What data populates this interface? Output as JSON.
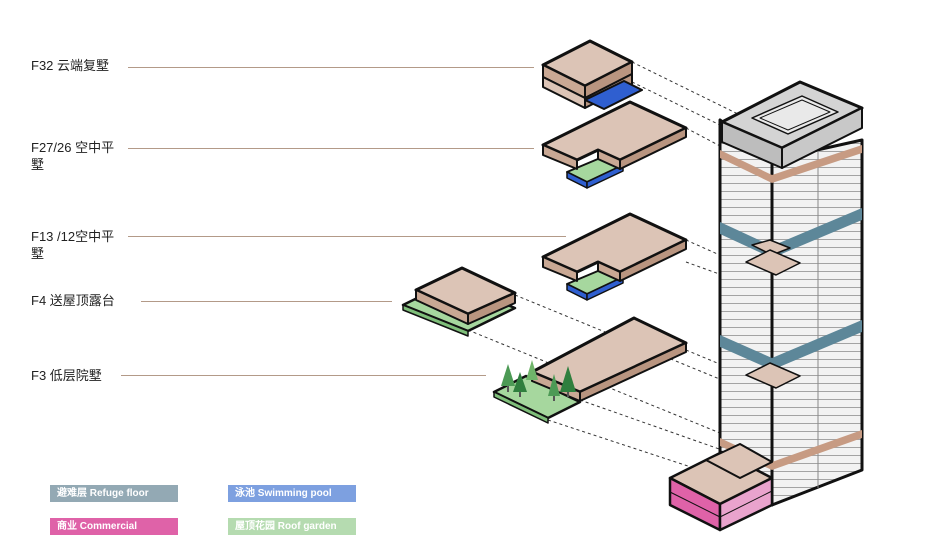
{
  "floors": {
    "f32": "F32 云端复墅",
    "f27": "F27/26 空中平墅",
    "f13": "F13 /12空中平墅",
    "f4": "F4 送屋顶露台",
    "f3": "F3 低层院墅"
  },
  "legend": {
    "refuge": "避难层 Refuge floor",
    "pool": "泳池 Swimming pool",
    "commercial": "商业 Commercial",
    "garden": "屋顶花园 Roof garden"
  },
  "colors": {
    "refuge": "#93a9b4",
    "pool": "#7da0e0",
    "commercial": "#df62a8",
    "garden": "#b5dbb0",
    "slab": "#dcc4b6",
    "slab_side": "#b99580"
  }
}
